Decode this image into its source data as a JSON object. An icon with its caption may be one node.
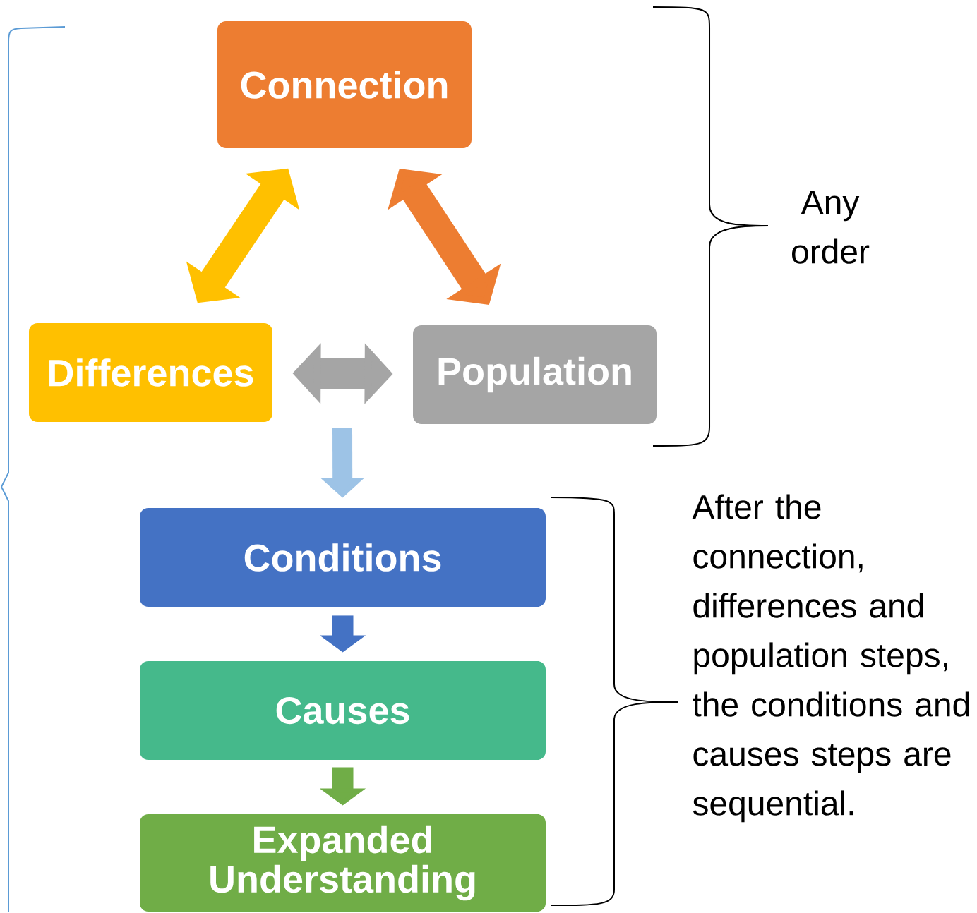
{
  "diagram": {
    "nodes": [
      {
        "text": [
          "Connection"
        ]
      },
      {
        "text": [
          "Differences"
        ]
      },
      {
        "text": [
          "Population"
        ]
      },
      {
        "text": [
          "Conditions"
        ]
      },
      {
        "text": [
          "Causes"
        ]
      },
      {
        "text": [
          "Expanded Understanding"
        ]
      }
    ],
    "edges": [
      {
        "from": 1,
        "to": 0,
        "arrow": "both",
        "color": "#ffc000"
      },
      {
        "from": 0,
        "to": 2,
        "arrow": "both",
        "color": "#ed7d31"
      },
      {
        "from": 1,
        "to": 2,
        "arrow": "both",
        "color": "#a5a5a5"
      },
      {
        "from": null,
        "to": 3,
        "arrow": "to",
        "color": "#9dc3e6"
      },
      {
        "from": 3,
        "to": 4,
        "arrow": "to",
        "color": "#4472c4"
      },
      {
        "from": 4,
        "to": 5,
        "arrow": "to",
        "color": "#70ad47"
      }
    ],
    "labels": [
      "Any order",
      "After the connection, differences and population steps,   the conditions and causes steps are sequential."
    ]
  }
}
